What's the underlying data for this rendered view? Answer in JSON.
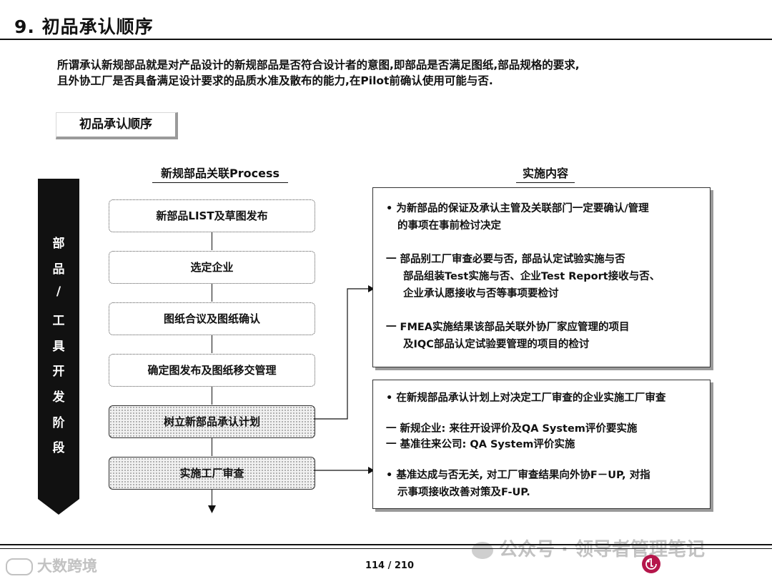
{
  "header": {
    "title": "9. 初品承认顺序"
  },
  "intro": {
    "line1": "所谓承认新规部品就是对产品设计的新规部品是否符合设计者的意图,即部品是否满足图纸,部品规格的要求,",
    "line2": "且外协工厂是否具备满足设计要求的品质水准及散布的能力,在Pilot前确认使用可能与否."
  },
  "section": {
    "label": "初品承认顺序"
  },
  "columns": {
    "process": "新规部品关联Process",
    "content": "实施内容"
  },
  "side_label": [
    "部",
    "品",
    "/",
    "工",
    "具",
    "开",
    "发",
    "阶",
    "段"
  ],
  "steps": [
    "新部品LIST及草图发布",
    "选定企业",
    "图纸合议及图纸确认",
    "确定图发布及图纸移交管理",
    "树立新部品承认计划",
    "实施工厂审查"
  ],
  "box1": {
    "b1_l1": "• 为新部品的保证及承认主管及关联部门一定要确认/管理",
    "b1_l2": "的事项在事前检讨决定",
    "d1_l1": "一  部品别工厂审查必要与否, 部品认定试验实施与否",
    "d1_l2": "部品组装Test实施与否、企业Test Report接收与否、",
    "d1_l3": "企业承认愿接收与否等事项要检讨",
    "d2_l1": "一  FMEA实施结果该部品关联外协厂家应管理的项目",
    "d2_l2": "及IQC部品认定试验要管理的项目的检讨"
  },
  "box2": {
    "b1": "• 在新规部品承认计划上对决定工厂审查的企业实施工厂审查",
    "d1": "一  新规企业: 来往开设评价及QA System评价要实施",
    "d2": "一  基准往来公司: QA System评价实施",
    "b2_l1": "• 基准达成与否无关, 对工厂审查结果向外协F－UP, 对指",
    "b2_l2": "示事项接收改善对策及F-UP."
  },
  "footer": {
    "page": "114 / 210",
    "watermark_left": "大数跨境",
    "watermark_right": "公众号 · 领导者管理笔记"
  },
  "colors": {
    "dark": "#111111",
    "shadow": "#9a9a9a",
    "watermark": "#c2c2c2",
    "lg_red": "#b5164b"
  }
}
